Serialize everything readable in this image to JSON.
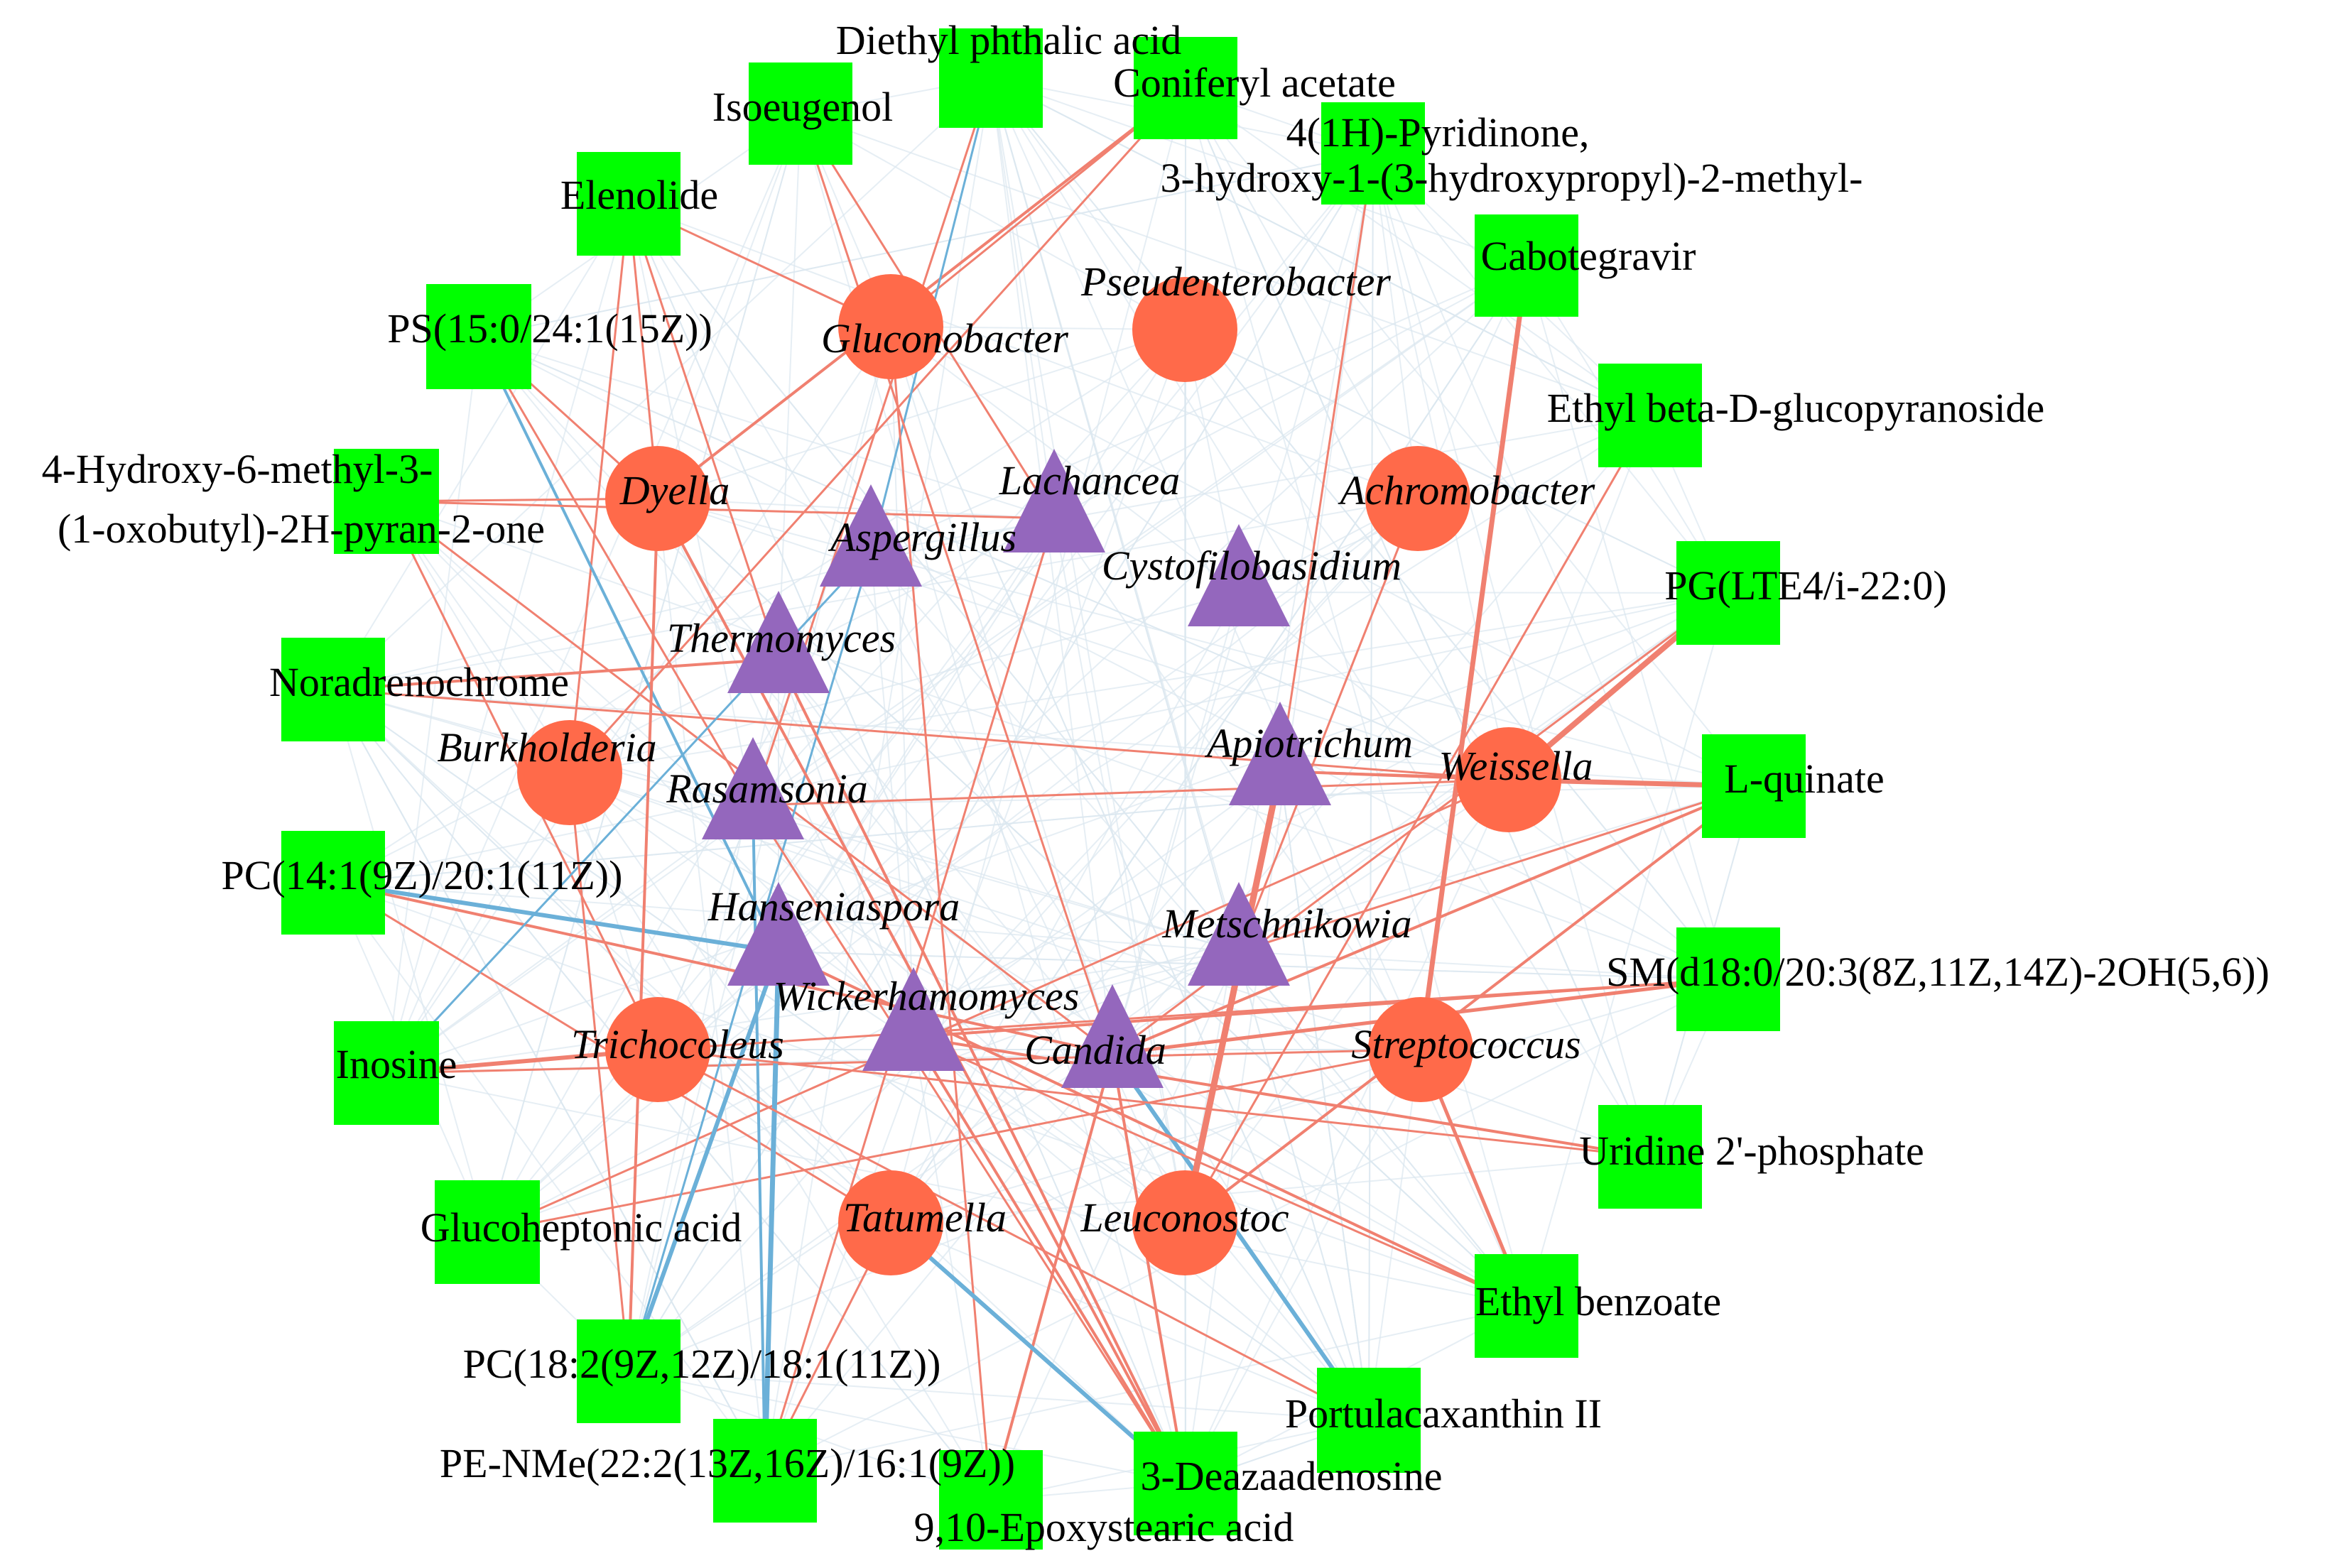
{
  "colors": {
    "bacteria": "#FF6A4A",
    "fungi": "#9467BD",
    "metabolite": "#00FF00",
    "positive_edge": "#F08070",
    "negative_edge": "#6BB0D8",
    "background_edge": "#DCE8F0"
  },
  "nodes": {
    "bacteria": [
      {
        "id": "gluconobacter",
        "label": "Gluconobacter"
      },
      {
        "id": "pseudenterobacter",
        "label": "Pseudenterobacter"
      },
      {
        "id": "dyella",
        "label": "Dyella"
      },
      {
        "id": "achromobacter",
        "label": "Achromobacter"
      },
      {
        "id": "burkholderia",
        "label": "Burkholderia"
      },
      {
        "id": "weissella",
        "label": "Weissella"
      },
      {
        "id": "trichocoleus",
        "label": "Trichocoleus"
      },
      {
        "id": "streptococcus",
        "label": "Streptococcus"
      },
      {
        "id": "tatumella",
        "label": "Tatumella"
      },
      {
        "id": "leuconostoc",
        "label": "Leuconostoc"
      }
    ],
    "fungi": [
      {
        "id": "lachancea",
        "label": "Lachancea"
      },
      {
        "id": "aspergillus",
        "label": "Aspergillus"
      },
      {
        "id": "cystofilobasidium",
        "label": "Cystofilobasidium"
      },
      {
        "id": "thermomyces",
        "label": "Thermomyces"
      },
      {
        "id": "apiotrichum",
        "label": "Apiotrichum"
      },
      {
        "id": "rasamsonia",
        "label": "Rasamsonia"
      },
      {
        "id": "hanseniaspora",
        "label": "Hanseniaspora"
      },
      {
        "id": "metschnikowia",
        "label": "Metschnikowia"
      },
      {
        "id": "wickerhamomyces",
        "label": "Wickerhamomyces"
      },
      {
        "id": "candida",
        "label": "Candida"
      }
    ],
    "metabolites": [
      {
        "id": "diethyl",
        "label": "Diethyl phthalic acid"
      },
      {
        "id": "isoeugenol",
        "label": "Isoeugenol"
      },
      {
        "id": "coniferyl",
        "label": "Coniferyl acetate"
      },
      {
        "id": "pyridinone",
        "label_line1": "4(1H)-Pyridinone,",
        "label_line2": "3-hydroxy-1-(3-hydroxypropyl)-2-methyl-"
      },
      {
        "id": "elenolide",
        "label": "Elenolide"
      },
      {
        "id": "cabotegravir",
        "label": "Cabotegravir"
      },
      {
        "id": "ps",
        "label": "PS(15:0/24:1(15Z))"
      },
      {
        "id": "ethylgluco",
        "label": "Ethyl beta-D-glucopyranoside"
      },
      {
        "id": "pyranone",
        "label_line1": "4-Hydroxy-6-methyl-3-",
        "label_line2": "(1-oxobutyl)-2H-pyran-2-one"
      },
      {
        "id": "pg",
        "label": "PG(LTE4/i-22:0)"
      },
      {
        "id": "noradrenochrome",
        "label": "Noradrenochrome"
      },
      {
        "id": "lquinate",
        "label": "L-quinate"
      },
      {
        "id": "pc1",
        "label": "PC(14:1(9Z)/20:1(11Z))"
      },
      {
        "id": "sm",
        "label": "SM(d18:0/20:3(8Z,11Z,14Z)-2OH(5,6))"
      },
      {
        "id": "inosine",
        "label": "Inosine"
      },
      {
        "id": "uridine",
        "label": "Uridine 2'-phosphate"
      },
      {
        "id": "glucoheptonic",
        "label": "Glucoheptonic acid"
      },
      {
        "id": "ethylbenzoate",
        "label": "Ethyl benzoate"
      },
      {
        "id": "pc2",
        "label": "PC(18:2(9Z,12Z)/18:1(11Z))"
      },
      {
        "id": "portulacaxanthin",
        "label": "Portulacaxanthin II"
      },
      {
        "id": "pe",
        "label": "PE-NMe(22:2(13Z,16Z)/16:1(9Z))"
      },
      {
        "id": "deazaadenosine",
        "label": "3-Deazaadenosine"
      },
      {
        "id": "epoxystearic",
        "label": "9,10-Epoxystearic acid"
      }
    ]
  }
}
